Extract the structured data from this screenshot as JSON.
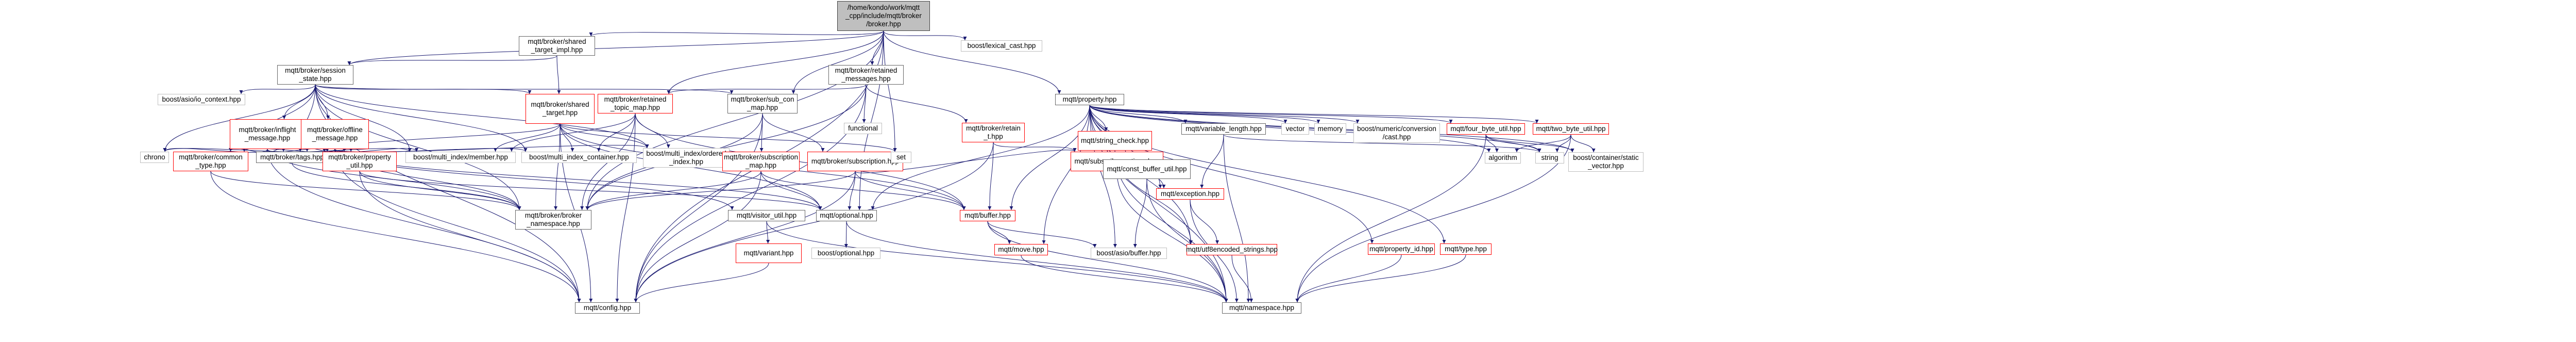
{
  "graph": {
    "edge_color": "#191970",
    "node_border_color": "#666666",
    "root_fill_color": "#bfbfbf",
    "truncated_border_color": "#ff0000",
    "external_border_color": "#bfbfbf",
    "nodes": [
      {
        "id": "root",
        "kind": "root",
        "lines": [
          "/home/kondo/work/mqtt",
          "_cpp/include/mqtt/broker",
          "/broker.hpp"
        ]
      },
      {
        "id": "shared_target_impl",
        "kind": "normal",
        "lines": [
          "mqtt/broker/shared",
          "_target_impl.hpp"
        ]
      },
      {
        "id": "lexical_cast",
        "kind": "external",
        "lines": [
          "boost/lexical_cast.hpp"
        ]
      },
      {
        "id": "session_state",
        "kind": "normal",
        "lines": [
          "mqtt/broker/session",
          "_state.hpp"
        ]
      },
      {
        "id": "retained_messages",
        "kind": "normal",
        "lines": [
          "mqtt/broker/retained",
          "_messages.hpp"
        ]
      },
      {
        "id": "shared_target",
        "kind": "truncated",
        "lines": [
          "mqtt/broker/shared",
          "_target.hpp"
        ]
      },
      {
        "id": "retained_topic_map",
        "kind": "truncated",
        "lines": [
          "mqtt/broker/retained",
          "_topic_map.hpp"
        ]
      },
      {
        "id": "sub_con_map",
        "kind": "normal",
        "lines": [
          "mqtt/broker/sub_con",
          "_map.hpp"
        ]
      },
      {
        "id": "functional",
        "kind": "external",
        "lines": [
          "functional"
        ]
      },
      {
        "id": "property",
        "kind": "normal",
        "lines": [
          "mqtt/property.hpp"
        ]
      },
      {
        "id": "asio_context",
        "kind": "external",
        "lines": [
          "boost/asio/io_context.hpp"
        ]
      },
      {
        "id": "inflight_message",
        "kind": "truncated",
        "lines": [
          "mqtt/broker/inflight",
          "_message.hpp"
        ]
      },
      {
        "id": "offline_message",
        "kind": "truncated",
        "lines": [
          "mqtt/broker/offline",
          "_message.hpp"
        ]
      },
      {
        "id": "chrono",
        "kind": "external",
        "lines": [
          "chrono"
        ]
      },
      {
        "id": "common_type",
        "kind": "truncated",
        "lines": [
          "mqtt/broker/common",
          "_type.hpp"
        ]
      },
      {
        "id": "tags",
        "kind": "normal",
        "lines": [
          "mqtt/broker/tags.hpp"
        ]
      },
      {
        "id": "property_util",
        "kind": "truncated",
        "lines": [
          "mqtt/broker/property",
          "_util.hpp"
        ]
      },
      {
        "id": "member",
        "kind": "external",
        "lines": [
          "boost/multi_index/member.hpp"
        ]
      },
      {
        "id": "multi_index_container",
        "kind": "external",
        "lines": [
          "boost/multi_index_container.hpp"
        ]
      },
      {
        "id": "hashed_index",
        "kind": "external",
        "lines": [
          "boost/multi_index/ordered",
          "_index.hpp"
        ]
      },
      {
        "id": "broker_namespace",
        "kind": "normal",
        "lines": [
          "mqtt/broker/broker",
          "_namespace.hpp"
        ]
      },
      {
        "id": "visitor_util",
        "kind": "normal",
        "lines": [
          "mqtt/visitor_util.hpp"
        ]
      },
      {
        "id": "variant",
        "kind": "truncated",
        "lines": [
          "mqtt/variant.hpp"
        ]
      },
      {
        "id": "config",
        "kind": "normal",
        "lines": [
          "mqtt/config.hpp"
        ]
      },
      {
        "id": "subscription_map",
        "kind": "truncated",
        "lines": [
          "mqtt/broker/subscription",
          "_map.hpp"
        ]
      },
      {
        "id": "subscription",
        "kind": "truncated",
        "lines": [
          "mqtt/broker/subscription.hpp"
        ]
      },
      {
        "id": "optional",
        "kind": "normal",
        "lines": [
          "mqtt/optional.hpp"
        ]
      },
      {
        "id": "boost_optional",
        "kind": "external",
        "lines": [
          "boost/optional.hpp"
        ]
      },
      {
        "id": "set",
        "kind": "external",
        "lines": [
          "set"
        ]
      },
      {
        "id": "retain_t",
        "kind": "truncated",
        "lines": [
          "mqtt/broker/retain",
          "_t.hpp"
        ]
      },
      {
        "id": "buffer",
        "kind": "truncated",
        "lines": [
          "mqtt/buffer.hpp"
        ]
      },
      {
        "id": "subscribe_options",
        "kind": "truncated",
        "lines": [
          "mqtt/subscribe_options.hpp"
        ]
      },
      {
        "id": "move",
        "kind": "truncated",
        "lines": [
          "mqtt/move.hpp"
        ]
      },
      {
        "id": "string_check",
        "kind": "truncated",
        "lines": [
          "mqtt/string_check.hpp"
        ]
      },
      {
        "id": "const_buffer_util",
        "kind": "normal",
        "lines": [
          "mqtt/const_buffer_util.hpp"
        ]
      },
      {
        "id": "asio_buffer",
        "kind": "external",
        "lines": [
          "boost/asio/buffer.hpp"
        ]
      },
      {
        "id": "exception",
        "kind": "truncated",
        "lines": [
          "mqtt/exception.hpp"
        ]
      },
      {
        "id": "utf8encoded",
        "kind": "truncated",
        "lines": [
          "mqtt/utf8encoded_strings.hpp"
        ]
      },
      {
        "id": "variable_length",
        "kind": "normal",
        "lines": [
          "mqtt/variable_length.hpp"
        ]
      },
      {
        "id": "vector",
        "kind": "external",
        "lines": [
          "vector"
        ]
      },
      {
        "id": "memory",
        "kind": "external",
        "lines": [
          "memory"
        ]
      },
      {
        "id": "numeric_cast",
        "kind": "external",
        "lines": [
          "boost/numeric/conversion",
          "/cast.hpp"
        ]
      },
      {
        "id": "four_byte_util",
        "kind": "truncated",
        "lines": [
          "mqtt/four_byte_util.hpp"
        ]
      },
      {
        "id": "two_byte_util",
        "kind": "truncated",
        "lines": [
          "mqtt/two_byte_util.hpp"
        ]
      },
      {
        "id": "algorithm",
        "kind": "external",
        "lines": [
          "algorithm"
        ]
      },
      {
        "id": "string",
        "kind": "external",
        "lines": [
          "string"
        ]
      },
      {
        "id": "static_vector",
        "kind": "external",
        "lines": [
          "boost/container/static",
          "_vector.hpp"
        ]
      },
      {
        "id": "property_id",
        "kind": "truncated",
        "lines": [
          "mqtt/property_id.hpp"
        ]
      },
      {
        "id": "type",
        "kind": "truncated",
        "lines": [
          "mqtt/type.hpp"
        ]
      },
      {
        "id": "namespace",
        "kind": "normal",
        "lines": [
          "mqtt/namespace.hpp"
        ]
      }
    ],
    "edges": [
      [
        "root",
        "shared_target_impl"
      ],
      [
        "root",
        "lexical_cast"
      ],
      [
        "root",
        "session_state"
      ],
      [
        "root",
        "retained_messages"
      ],
      [
        "root",
        "retained_topic_map"
      ],
      [
        "root",
        "sub_con_map"
      ],
      [
        "root",
        "property"
      ],
      [
        "root",
        "set"
      ],
      [
        "root",
        "broker_namespace"
      ],
      [
        "root",
        "optional"
      ],
      [
        "root",
        "config"
      ],
      [
        "shared_target_impl",
        "session_state"
      ],
      [
        "shared_target_impl",
        "shared_target"
      ],
      [
        "session_state",
        "asio_context"
      ],
      [
        "session_state",
        "inflight_message"
      ],
      [
        "session_state",
        "offline_message"
      ],
      [
        "session_state",
        "chrono"
      ],
      [
        "session_state",
        "common_type"
      ],
      [
        "session_state",
        "tags"
      ],
      [
        "session_state",
        "property_util"
      ],
      [
        "session_state",
        "member"
      ],
      [
        "session_state",
        "multi_index_container"
      ],
      [
        "session_state",
        "hashed_index"
      ],
      [
        "session_state",
        "broker_namespace"
      ],
      [
        "session_state",
        "sub_con_map"
      ],
      [
        "session_state",
        "config"
      ],
      [
        "session_state",
        "shared_target"
      ],
      [
        "inflight_message",
        "chrono"
      ],
      [
        "inflight_message",
        "common_type"
      ],
      [
        "inflight_message",
        "tags"
      ],
      [
        "inflight_message",
        "property_util"
      ],
      [
        "inflight_message",
        "member"
      ],
      [
        "inflight_message",
        "broker_namespace"
      ],
      [
        "inflight_message",
        "config"
      ],
      [
        "offline_message",
        "chrono"
      ],
      [
        "offline_message",
        "common_type"
      ],
      [
        "offline_message",
        "tags"
      ],
      [
        "offline_message",
        "property_util"
      ],
      [
        "offline_message",
        "member"
      ],
      [
        "offline_message",
        "multi_index_container"
      ],
      [
        "offline_message",
        "hashed_index"
      ],
      [
        "offline_message",
        "broker_namespace"
      ],
      [
        "offline_message",
        "config"
      ],
      [
        "offline_message",
        "optional"
      ],
      [
        "offline_message",
        "visitor_util"
      ],
      [
        "common_type",
        "broker_namespace"
      ],
      [
        "common_type",
        "config"
      ],
      [
        "tags",
        "broker_namespace"
      ],
      [
        "property_util",
        "broker_namespace"
      ],
      [
        "property_util",
        "optional"
      ],
      [
        "property_util",
        "config"
      ],
      [
        "shared_target",
        "member"
      ],
      [
        "shared_target",
        "multi_index_container"
      ],
      [
        "shared_target",
        "hashed_index"
      ],
      [
        "shared_target",
        "tags"
      ],
      [
        "shared_target",
        "broker_namespace"
      ],
      [
        "shared_target",
        "optional"
      ],
      [
        "shared_target",
        "buffer"
      ],
      [
        "shared_target",
        "config"
      ],
      [
        "shared_target",
        "set"
      ],
      [
        "retained_messages",
        "functional"
      ],
      [
        "retained_messages",
        "retained_topic_map"
      ],
      [
        "retained_messages",
        "retain_t"
      ],
      [
        "retained_messages",
        "broker_namespace"
      ],
      [
        "retained_messages",
        "config"
      ],
      [
        "retained_topic_map",
        "member"
      ],
      [
        "retained_topic_map",
        "multi_index_container"
      ],
      [
        "retained_topic_map",
        "hashed_index"
      ],
      [
        "retained_topic_map",
        "broker_namespace"
      ],
      [
        "retained_topic_map",
        "buffer"
      ],
      [
        "retained_topic_map",
        "config"
      ],
      [
        "sub_con_map",
        "subscription_map"
      ],
      [
        "sub_con_map",
        "subscription"
      ],
      [
        "sub_con_map",
        "broker_namespace"
      ],
      [
        "sub_con_map",
        "config"
      ],
      [
        "subscription_map",
        "broker_namespace"
      ],
      [
        "subscription_map",
        "optional"
      ],
      [
        "subscription_map",
        "buffer"
      ],
      [
        "subscription_map",
        "config"
      ],
      [
        "subscription",
        "broker_namespace"
      ],
      [
        "subscription",
        "optional"
      ],
      [
        "subscription",
        "subscribe_options"
      ],
      [
        "subscription",
        "buffer"
      ],
      [
        "subscription",
        "config"
      ],
      [
        "visitor_util",
        "variant"
      ],
      [
        "visitor_util",
        "namespace"
      ],
      [
        "variant",
        "config"
      ],
      [
        "optional",
        "boost_optional"
      ],
      [
        "optional",
        "namespace"
      ],
      [
        "retain_t",
        "buffer"
      ],
      [
        "retain_t",
        "subscribe_options"
      ],
      [
        "retain_t",
        "config"
      ],
      [
        "buffer",
        "move"
      ],
      [
        "buffer",
        "namespace"
      ],
      [
        "buffer",
        "asio_buffer"
      ],
      [
        "move",
        "namespace"
      ],
      [
        "subscribe_options",
        "namespace"
      ],
      [
        "property",
        "string_check"
      ],
      [
        "property",
        "const_buffer_util"
      ],
      [
        "property",
        "exception"
      ],
      [
        "property",
        "utf8encoded"
      ],
      [
        "property",
        "variable_length"
      ],
      [
        "property",
        "vector"
      ],
      [
        "property",
        "memory"
      ],
      [
        "property",
        "numeric_cast"
      ],
      [
        "property",
        "four_byte_util"
      ],
      [
        "property",
        "two_byte_util"
      ],
      [
        "property",
        "algorithm"
      ],
      [
        "property",
        "string"
      ],
      [
        "property",
        "static_vector"
      ],
      [
        "property",
        "property_id"
      ],
      [
        "property",
        "type"
      ],
      [
        "property",
        "namespace"
      ],
      [
        "property",
        "optional"
      ],
      [
        "property",
        "buffer"
      ],
      [
        "property",
        "move"
      ],
      [
        "property",
        "subscribe_options"
      ],
      [
        "property",
        "asio_buffer"
      ],
      [
        "string_check",
        "exception"
      ],
      [
        "string_check",
        "utf8encoded"
      ],
      [
        "string_check",
        "namespace"
      ],
      [
        "const_buffer_util",
        "asio_buffer"
      ],
      [
        "const_buffer_util",
        "namespace"
      ],
      [
        "exception",
        "utf8encoded"
      ],
      [
        "exception",
        "namespace"
      ],
      [
        "utf8encoded",
        "namespace"
      ],
      [
        "variable_length",
        "exception"
      ],
      [
        "variable_length",
        "string"
      ],
      [
        "variable_length",
        "namespace"
      ],
      [
        "four_byte_util",
        "algorithm"
      ],
      [
        "four_byte_util",
        "string"
      ],
      [
        "four_byte_util",
        "static_vector"
      ],
      [
        "four_byte_util",
        "namespace"
      ],
      [
        "two_byte_util",
        "algorithm"
      ],
      [
        "two_byte_util",
        "string"
      ],
      [
        "two_byte_util",
        "static_vector"
      ],
      [
        "two_byte_util",
        "namespace"
      ],
      [
        "property_id",
        "namespace"
      ],
      [
        "type",
        "namespace"
      ]
    ]
  }
}
